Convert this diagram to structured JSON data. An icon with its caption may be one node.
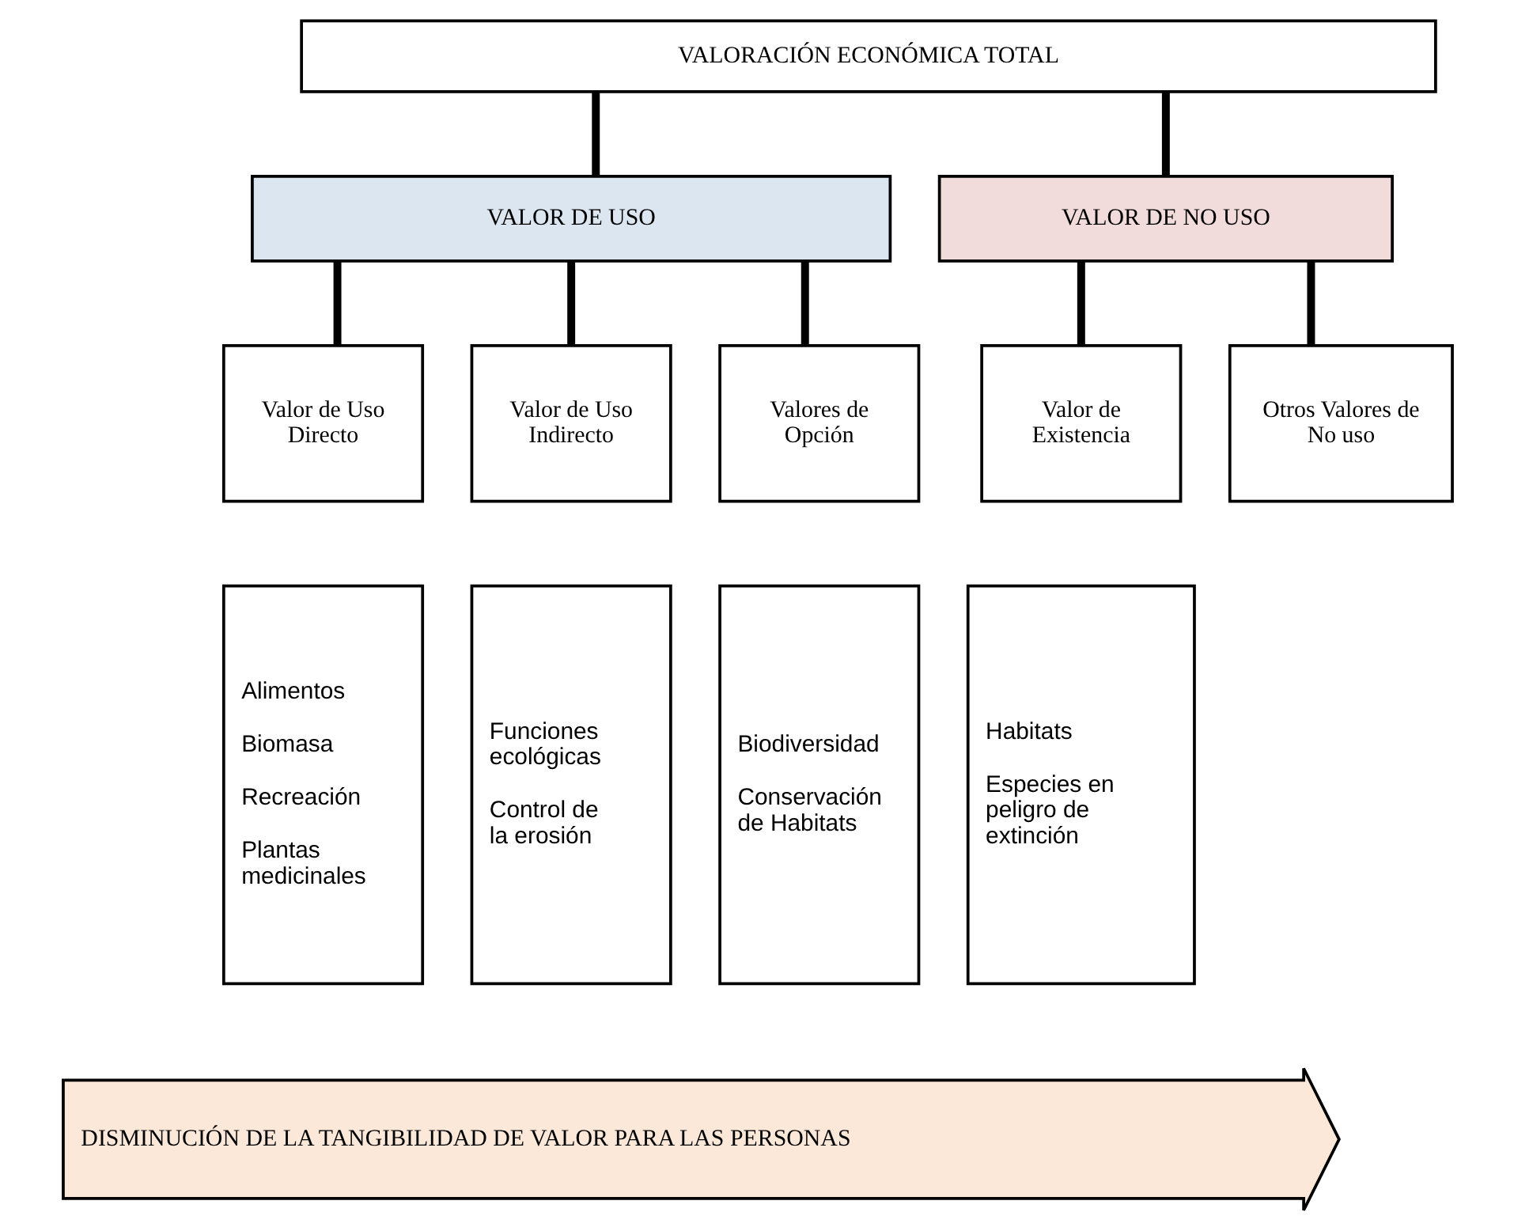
{
  "diagram": {
    "nodes": [
      {
        "text": [
          "VALORACIÓN ECONÓMICA TOTAL"
        ]
      },
      {
        "text": [
          "VALOR DE USO"
        ]
      },
      {
        "text": [
          "VALOR DE NO USO"
        ]
      },
      {
        "text": [
          "Valor de Uso Directo"
        ]
      },
      {
        "text": [
          "Valor de Uso Indirecto"
        ]
      },
      {
        "text": [
          "Valores de Opción"
        ]
      },
      {
        "text": [
          "Valor de Existencia"
        ]
      },
      {
        "text": [
          "Otros Valores de No uso"
        ]
      },
      {
        "text": [
          "Alimentos",
          "Biomasa",
          "Recreación",
          "Plantas medicinales"
        ]
      },
      {
        "text": [
          "Funciones ecológicas",
          "Control de la erosión"
        ]
      },
      {
        "text": [
          "Biodiversidad",
          "Conservación de Habitats"
        ]
      },
      {
        "text": [
          "Habitats",
          "Especies en peligro de extinción"
        ]
      },
      {
        "text": [
          "DISMINUCIÓN DE LA TANGIBILIDAD DE VALOR PARA LAS PERSONAS"
        ]
      }
    ],
    "edges": [
      {
        "from": 0,
        "to": 1,
        "arrow": "none"
      },
      {
        "from": 0,
        "to": 2,
        "arrow": "none"
      },
      {
        "from": 1,
        "to": 3,
        "arrow": "none"
      },
      {
        "from": 1,
        "to": 4,
        "arrow": "none"
      },
      {
        "from": 1,
        "to": 5,
        "arrow": "none"
      },
      {
        "from": 2,
        "to": 6,
        "arrow": "none"
      },
      {
        "from": 2,
        "to": 7,
        "arrow": "none"
      }
    ]
  }
}
